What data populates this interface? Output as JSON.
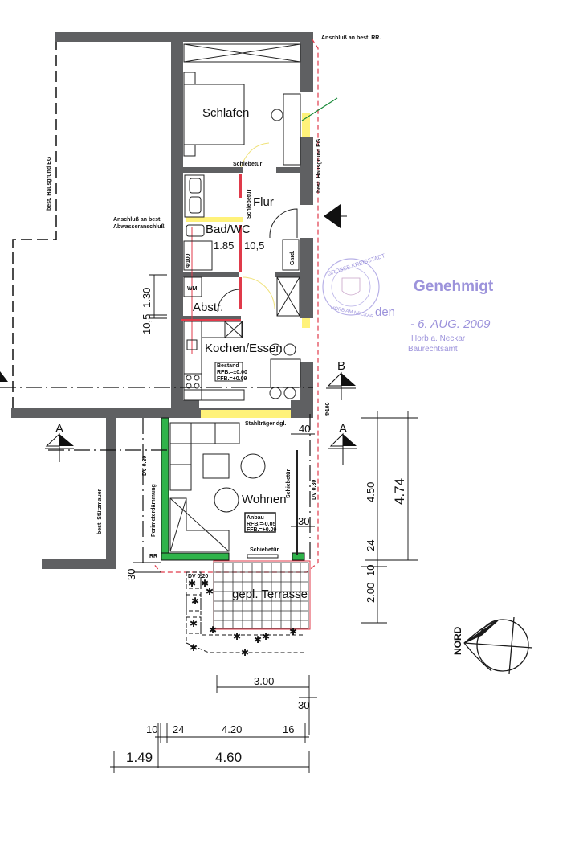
{
  "drawing": {
    "type": "floor-plan",
    "rooms": [
      {
        "id": "schlafen",
        "label": "Schlafen"
      },
      {
        "id": "flur",
        "label": "Flur"
      },
      {
        "id": "bad",
        "label": "Bad/WC"
      },
      {
        "id": "abstr",
        "label": "Abstr."
      },
      {
        "id": "kochen",
        "label": "Kochen/Essen"
      },
      {
        "id": "wohnen",
        "label": "Wohnen"
      },
      {
        "id": "terrasse",
        "label": "gepl. Terrasse"
      }
    ],
    "annotations": {
      "anschluss_rr": "Anschluß an best. RR.",
      "anschluss_abwasser_1": "Anschluß an best.",
      "anschluss_abwasser_2": "Abwasseranschluß",
      "hausgrund_left": "best. Hausgrund EG",
      "hausgrund_right": "best. Hausgrund EG",
      "schiebetuer_top": "Schiebetür",
      "schiebetuer_bad": "Schiebetür",
      "schiebetuer_wohnen_side": "Schiebetür",
      "schiebetuer_wohnen_bottom": "Schiebetür",
      "stahltraeger": "Stahlträger dgl.",
      "stuetzmauer": "best. Stützmauer",
      "perimeter": "Perimeterdämmung",
      "dv_left": "DV 0.30",
      "dv_right": "DV 0.30",
      "dv_terrace": "DV 0.20",
      "garderobe": "Gard.",
      "wm": "WM",
      "rr": "RR",
      "phi100_bad": "Φ100",
      "phi100_right": "Φ100",
      "bestand_title": "Bestand",
      "bestand_rfb": "RFB.=±0.00",
      "bestand_ffb": "FFB.=+0.09",
      "anbau_title": "Anbau",
      "anbau_rfb": "RFB.=-0.05",
      "anbau_ffb": "FFB.=+0.09",
      "nord": "NORD"
    },
    "section_markers": {
      "a_left": "A",
      "a_right": "A",
      "b": "B"
    },
    "dimensions": {
      "bad_width": "1.85",
      "wall_105": "10,5",
      "abstr_height": "1.30",
      "wall_105_vert": "10,5",
      "right_450": "4.50",
      "right_474": "4.74",
      "right_24": "24",
      "right_10": "10",
      "right_200": "2.00",
      "wohnen_40": "40",
      "wohnen_30": "30",
      "left_30": "30",
      "bottom_300": "3.00",
      "bottom_30": "30",
      "bottom_10": "10",
      "bottom_24": "24",
      "bottom_420": "4.20",
      "bottom_16": "16",
      "bottom_149": "1.49",
      "bottom_460": "4.60"
    },
    "stamp": {
      "ring_top": "GROSSE KREISSTADT",
      "ring_bottom": "HORB AM NECKAR",
      "status": "Genehmigt",
      "place": "den",
      "date": "- 6. AUG. 2009",
      "city": "Horb a. Neckar",
      "office": "Baurechtsamt"
    },
    "colors": {
      "wall": "#5f6062",
      "new_wall": "#2fb34a",
      "highlight": "#fff27a",
      "red_line": "#e03a4a",
      "stamp": "#7c6fd0",
      "north_arrow": "#1a1a1a"
    }
  }
}
